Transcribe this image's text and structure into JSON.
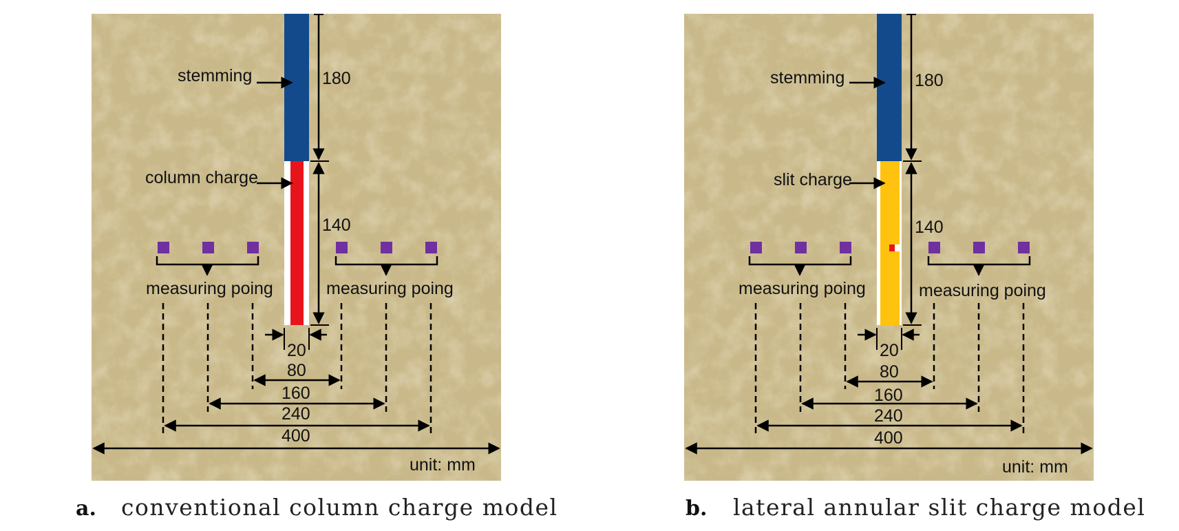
{
  "panels": [
    {
      "letter": "a.",
      "caption": "conventional column charge model",
      "stemming_label": "stemming",
      "charge_label": "column charge",
      "charge_color": "#e8141c",
      "slit_marker": false,
      "measuring_left": "measuring poing",
      "measuring_right": "measuring poing",
      "dims": {
        "stem": "180",
        "charge": "140",
        "d20": "20",
        "d80": "80",
        "d160": "160",
        "d240": "240",
        "d400": "400"
      },
      "unit": "unit: mm"
    },
    {
      "letter": "b.",
      "caption": "lateral annular slit charge model",
      "stemming_label": "stemming",
      "charge_label": "slit charge",
      "charge_color": "#ffc20e",
      "slit_marker": true,
      "measuring_left": "measuring poing",
      "measuring_right": "measuring poing",
      "dims": {
        "stem": "180",
        "charge": "140",
        "d20": "20",
        "d80": "80",
        "d160": "160",
        "d240": "240",
        "d400": "400"
      },
      "unit": "unit: mm"
    }
  ],
  "colors": {
    "soil": "#c9b98a",
    "stemming": "#134a8c",
    "hole_wall": "#ffffff",
    "measuring_point": "#7030a0",
    "slit_marker": "#e8141c",
    "lines": "#000000"
  }
}
